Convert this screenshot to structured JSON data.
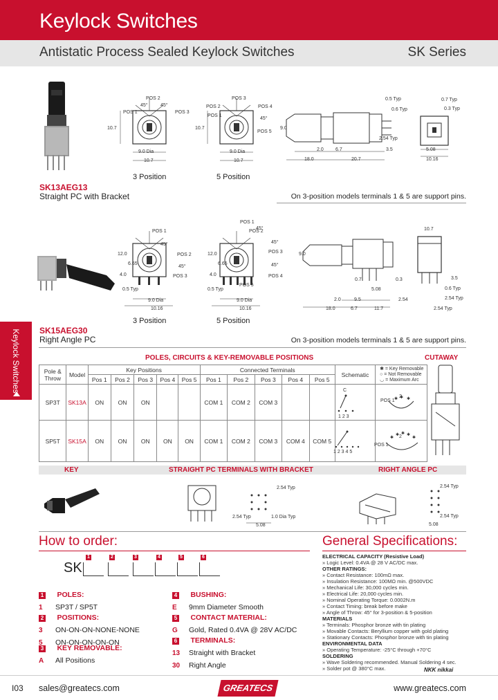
{
  "header": {
    "title": "Keylock Switches",
    "subtitle": "Antistatic Process Sealed Keylock Switches",
    "series": "SK Series"
  },
  "side_tab": {
    "label": "Keylock Switches"
  },
  "section1": {
    "model": "SK13AEG13",
    "mount": "Straight PC with Bracket",
    "diagram_labels": {
      "pos1": "POS 1",
      "pos2": "POS 2",
      "pos3": "POS 3",
      "pos4": "POS 4",
      "pos5": "POS 5",
      "angle": "45°",
      "d107": "10.7",
      "d90dia": "9.0 Dia",
      "d90": "9.0",
      "d05typ": "0.5 Typ",
      "d06typ": "0.6 Typ",
      "d07typ": "0.7 Typ",
      "d03typ": "0.3 Typ",
      "d20": "2.0",
      "d67": "6.7",
      "d180": "18.0",
      "d207": "20.7",
      "d254typ": "2.54 Typ",
      "d35": "3.5",
      "d508": "5.08",
      "d1016": "10.16"
    },
    "caption3": "3 Position",
    "caption5": "5 Position",
    "note": "On 3-position models terminals 1 & 5 are support pins."
  },
  "section2": {
    "model": "SK15AEG30",
    "mount": "Right Angle PC",
    "diagram_labels": {
      "d120": "12.0",
      "d665": "6.65",
      "d40": "4.0",
      "d05typ": "0.5 Typ",
      "d90dia": "9.0 Dia",
      "d1016": "10.16",
      "d90": "9.0",
      "d07": "0.7",
      "d508": "5.08",
      "d03": "0.3",
      "d20": "2.0",
      "d95": "9.5",
      "d254": "2.54",
      "d180": "18.0",
      "d67": "6.7",
      "d117": "11.7",
      "d254typ": "2.54 Typ",
      "d107": "10.7",
      "d35": "3.5",
      "d06typ": "0.6 Typ"
    },
    "caption3": "3 Position",
    "caption5": "5 Position",
    "note": "On 3-position models terminals 1 & 5 are support pins."
  },
  "table": {
    "title": "POLES, CIRCUITS & KEY-REMOVABLE POSITIONS",
    "cutaway": "CUTAWAY",
    "headers": {
      "pole_throw": "Pole & Throw",
      "model": "Model",
      "key_positions": "Key Positions",
      "connected_terminals": "Connected Terminals",
      "schematic": "Schematic"
    },
    "pos_headers": [
      "Pos 1",
      "Pos 2",
      "Pos 3",
      "Pos 4",
      "Pos 5"
    ],
    "legend": [
      "= Key Removable",
      "= Not Removable",
      "= Maximum Arc"
    ],
    "rows": [
      {
        "pole_throw": "SP3T",
        "model": "SK13A",
        "key": [
          "ON",
          "ON",
          "ON",
          "",
          ""
        ],
        "terminals": [
          "COM 1",
          "COM 2",
          "COM 3",
          "",
          ""
        ]
      },
      {
        "pole_throw": "SP5T",
        "model": "SK15A",
        "key": [
          "ON",
          "ON",
          "ON",
          "ON",
          "ON"
        ],
        "terminals": [
          "COM 1",
          "COM 2",
          "COM 3",
          "COM 4",
          "COM 5"
        ]
      }
    ],
    "schematic_labels": {
      "c": "C",
      "t3": "1  2  3",
      "t5": "1 2 3 4 5"
    },
    "pos_diagram": {
      "pos1": "POS 1",
      "nums3": "2",
      "nums5": "2"
    }
  },
  "sections": {
    "key": "KEY",
    "straight": "STRAIGHT PC TERMINALS WITH BRACKET",
    "right_angle": "RIGHT ANGLE PC",
    "straight_dims": {
      "typ": "2.54 Typ",
      "typ2": "2.54 Typ",
      "dia": "1.0 Dia Typ",
      "w": "5.08"
    },
    "right_dims": {
      "typ": "2.54 Typ",
      "typ2": "2.54 Typ",
      "w": "5.08"
    }
  },
  "how_to_order": {
    "title": "How to order:",
    "prefix": "SK",
    "box_numbers": [
      "1",
      "2",
      "3",
      "4",
      "5",
      "6"
    ],
    "options_left": [
      {
        "num": "1",
        "head": "POLES:",
        "items": [
          {
            "code": "1",
            "text": "SP3T / SP5T"
          }
        ]
      },
      {
        "num": "2",
        "head": "POSITIONS:",
        "items": [
          {
            "code": "3",
            "text": "ON-ON-ON-NONE-NONE"
          },
          {
            "code": "5",
            "text": "ON-ON-ON-ON-ON"
          }
        ]
      },
      {
        "num": "3",
        "head": "KEY REMOVABLE:",
        "items": [
          {
            "code": "A",
            "text": "All Positions"
          }
        ]
      }
    ],
    "options_right": [
      {
        "num": "4",
        "head": "BUSHING:",
        "items": [
          {
            "code": "E",
            "text": "9mm Diameter Smooth"
          }
        ]
      },
      {
        "num": "5",
        "head": "CONTACT MATERIAL:",
        "items": [
          {
            "code": "G",
            "text": "Gold, Rated 0.4VA @ 28V AC/DC"
          }
        ]
      },
      {
        "num": "6",
        "head": "TERMINALS:",
        "items": [
          {
            "code": "13",
            "text": "Straight with Bracket"
          },
          {
            "code": "30",
            "text": "Right Angle"
          }
        ]
      }
    ]
  },
  "general_specs": {
    "title": "General Specifications:",
    "lines": [
      {
        "head": true,
        "text": "ELECTRICAL CAPACITY (Resistive Load)"
      },
      {
        "head": false,
        "text": "» Logic Level: 0.4VA @ 28 V AC/DC max."
      },
      {
        "head": true,
        "text": "OTHER RATINGS:"
      },
      {
        "head": false,
        "text": "» Contact Resistance: 100mΩ max."
      },
      {
        "head": false,
        "text": "» Insulation Resistance: 100MΩ min. @500VDC"
      },
      {
        "head": false,
        "text": "» Mechanical Life: 30,000 cycles min."
      },
      {
        "head": false,
        "text": "» Electrical Life: 20,000 cycles min."
      },
      {
        "head": false,
        "text": "» Nominal Operating Torque: 0.0002N.m"
      },
      {
        "head": false,
        "text": "» Contact Timing: break before make"
      },
      {
        "head": false,
        "text": "» Angle of Throw: 45° for 3-position & 5-position"
      },
      {
        "head": true,
        "text": "MATERIALS"
      },
      {
        "head": false,
        "text": "» Terminals: Phosphor bronze with tin plating"
      },
      {
        "head": false,
        "text": "» Movable Contacts: Beryllium copper with gold plating"
      },
      {
        "head": false,
        "text": "» Stationary Contacts: Phosphor bronze with tin plating"
      },
      {
        "head": true,
        "text": "ENVIRONMENTAL DATA"
      },
      {
        "head": false,
        "text": "» Operating Temperature: -25°C through +70°C"
      },
      {
        "head": true,
        "text": "SOLDERING"
      },
      {
        "head": false,
        "text": "» Wave Soldering recommended. Manual Soldering 4 sec."
      },
      {
        "head": false,
        "text": "» Solder pot @ 380°C max."
      }
    ],
    "brand": "NKK nikkai"
  },
  "footer": {
    "page": "I03",
    "email": "sales@greatecs.com",
    "logo": "GREATECS",
    "url": "www.greatecs.com"
  },
  "colors": {
    "accent": "#c8102e",
    "band": "#e6e6e6"
  }
}
